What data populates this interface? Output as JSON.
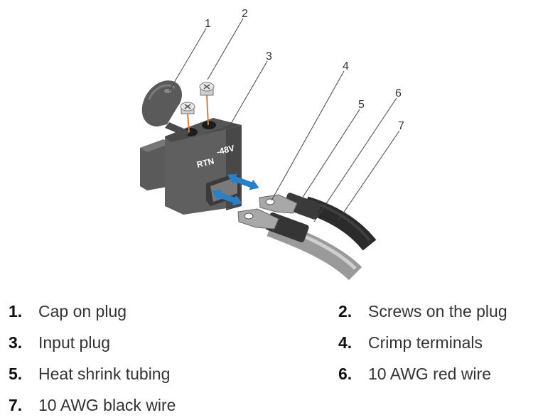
{
  "figure": {
    "callouts": [
      "1",
      "2",
      "3",
      "4",
      "5",
      "6",
      "7"
    ],
    "plug_text_rtn": "RTN",
    "plug_text_48v": "-48V"
  },
  "legend": {
    "items": [
      {
        "num": "1.",
        "label": "Cap on plug"
      },
      {
        "num": "2.",
        "label": "Screws on the plug"
      },
      {
        "num": "3.",
        "label": "Input plug"
      },
      {
        "num": "4.",
        "label": "Crimp terminals"
      },
      {
        "num": "5.",
        "label": "Heat shrink tubing"
      },
      {
        "num": "6.",
        "label": "10 AWG red wire"
      },
      {
        "num": "7.",
        "label": "10 AWG black wire"
      }
    ]
  },
  "colors": {
    "plug_body": "#5f5f5f",
    "plug_dark": "#3f3f3f",
    "cable_black": "#2b2b2b",
    "cable_gray": "#9a9a9a",
    "arrow_blue": "#2a7fc9",
    "screw_wire": "#d08040"
  }
}
